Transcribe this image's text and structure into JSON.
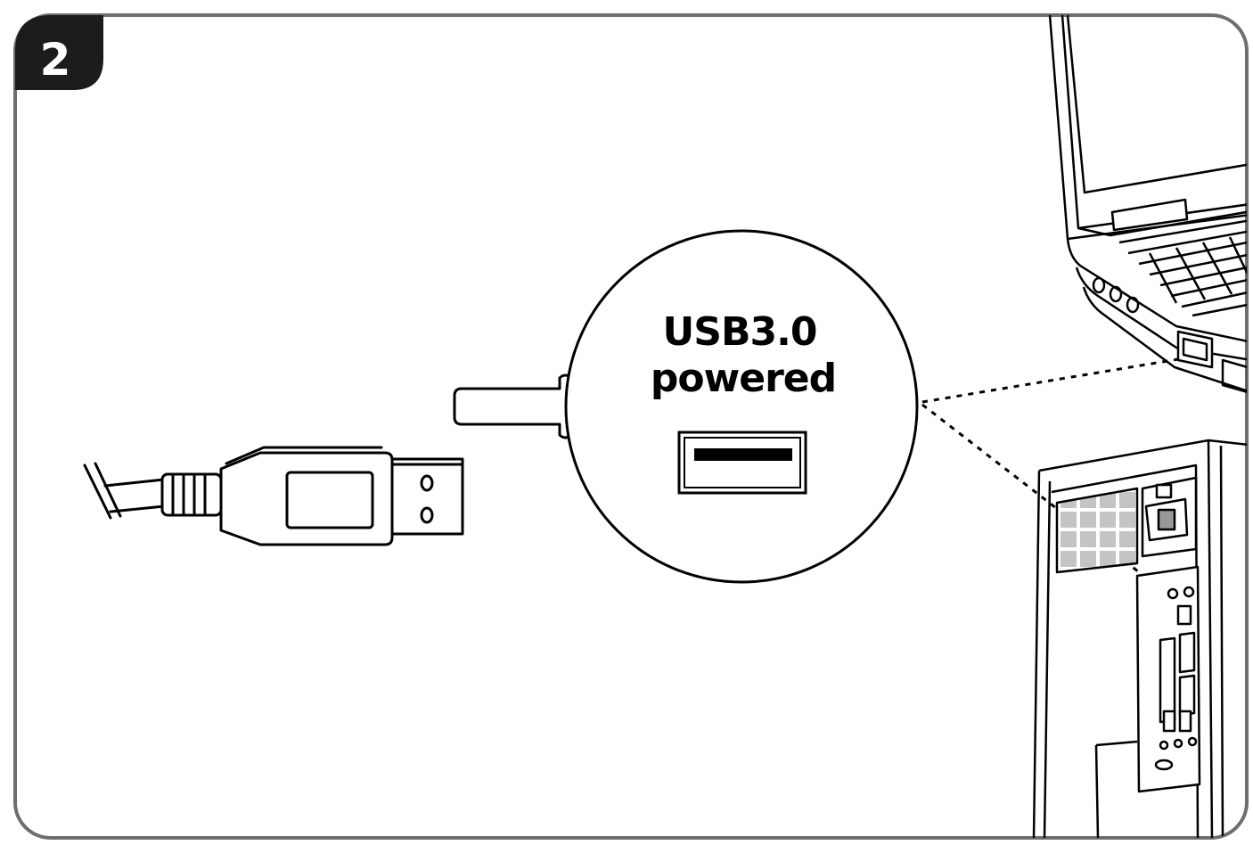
{
  "step": {
    "number": "2"
  },
  "callout": {
    "line1": "USB3.0",
    "line2": "powered"
  },
  "colors": {
    "frame": "#6e6e6e",
    "badge": "#1c1c1c",
    "ink": "#000000",
    "grille": "#bdbdbd"
  }
}
